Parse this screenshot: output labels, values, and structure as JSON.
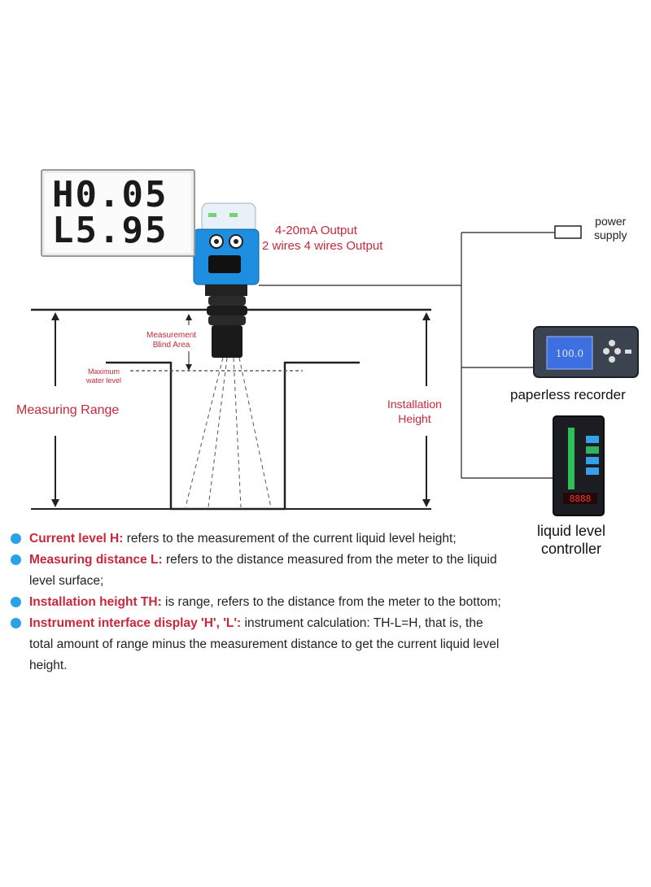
{
  "lcd": {
    "line1": "H0.05",
    "line2": "L5.95"
  },
  "output": {
    "line1": "4-20mA Output",
    "line2": "2 wires   4 wires Output"
  },
  "power_supply": {
    "line1": "power",
    "line2": "supply"
  },
  "labels": {
    "blind_area_1": "Measurement",
    "blind_area_2": "Blind Area",
    "max_water_1": "Maximum",
    "max_water_2": "water level",
    "measuring_range": "Measuring Range",
    "installation_1": "Installation",
    "installation_2": "Height"
  },
  "recorder": {
    "label": "paperless recorder",
    "display": "100.0"
  },
  "controller": {
    "label_1": "liquid level",
    "label_2": "controller",
    "display": "8888"
  },
  "notes": [
    {
      "term": "Current level H:",
      "text": " refers to the measurement of the current liquid level height;"
    },
    {
      "term": "Measuring distance L:",
      "text": " refers to the distance measured from the meter to the liquid level surface;"
    },
    {
      "term": "Installation height TH:",
      "text": " is range, refers to the distance from the meter to the bottom;"
    },
    {
      "term": "Instrument interface display 'H', 'L':",
      "text": " instrument calculation: TH-L=H, that is, the total amount of range minus the measurement distance to get the current liquid level height."
    }
  ],
  "colors": {
    "accent_red": "#c8283c",
    "bullet_blue": "#2aa2e6",
    "sensor_blue": "#1e8fe0"
  }
}
